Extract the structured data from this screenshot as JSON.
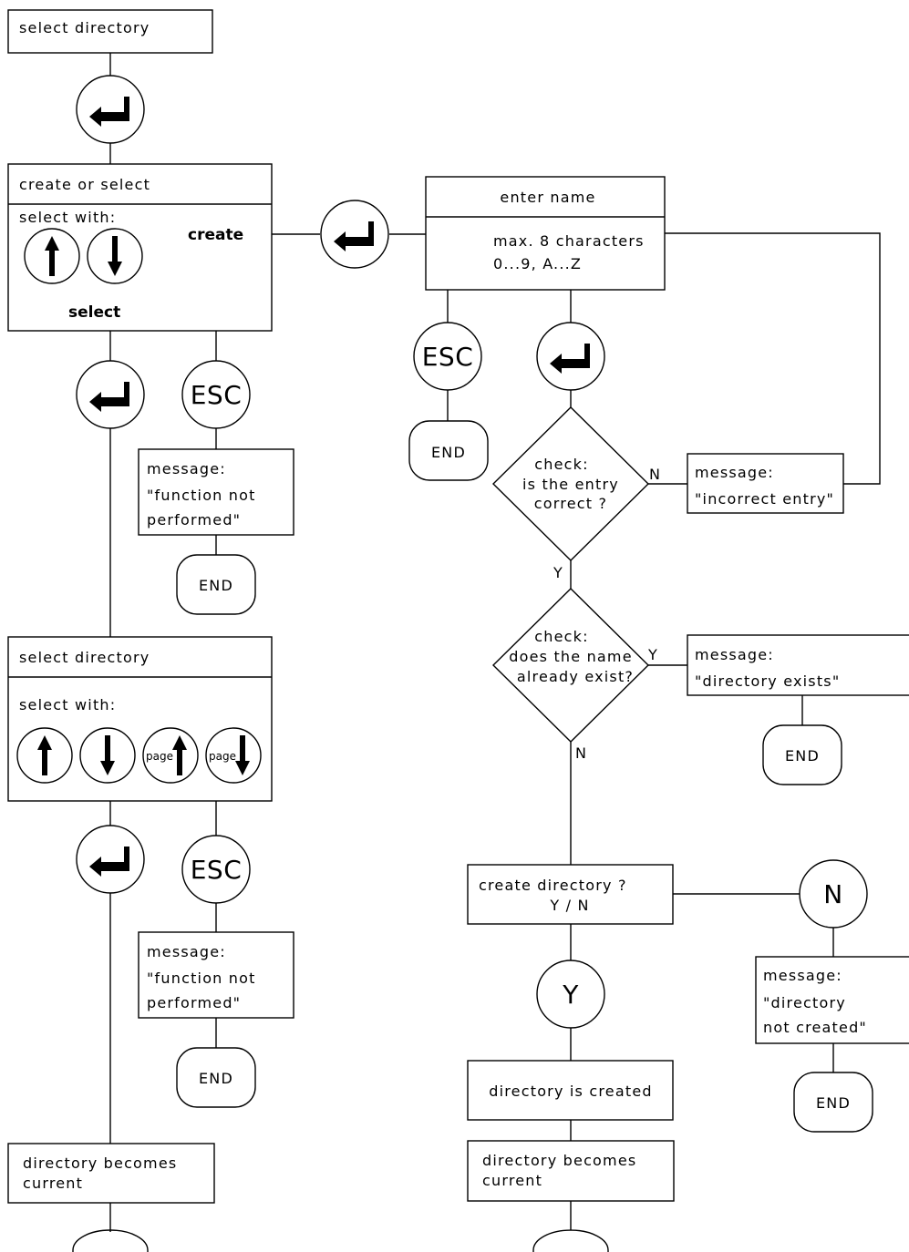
{
  "left": {
    "top_box": "select directory",
    "create_or_select": {
      "title": "create or select",
      "select_with": "select with:",
      "create_label": "create",
      "select_label": "select"
    },
    "esc1": "ESC",
    "message1": {
      "line1": "message:",
      "line2": "\"function not",
      "line3": "performed\""
    },
    "end1": "END",
    "select_dir": {
      "title": "select directory",
      "select_with": "select with:",
      "page1": "page",
      "page2": "page"
    },
    "esc2": "ESC",
    "message2": {
      "line1": "message:",
      "line2": "\"function not",
      "line3": "performed\""
    },
    "end2": "END",
    "becomes_current": {
      "line1": "directory becomes",
      "line2": "current"
    }
  },
  "right": {
    "enter_name": {
      "title": "enter name",
      "line1": "max. 8 characters",
      "line2": "0...9,  A...Z"
    },
    "esc": "ESC",
    "end_esc": "END",
    "check1": {
      "line1": "check:",
      "line2": "is the entry",
      "line3": "correct ?"
    },
    "check1_no": "N",
    "check1_yes": "Y",
    "msg_incorrect": {
      "line1": "message:",
      "line2": "\"incorrect entry\""
    },
    "check2": {
      "line1": "check:",
      "line2": "does the name",
      "line3": "already exist?"
    },
    "check2_yes": "Y",
    "check2_no": "N",
    "msg_exists": {
      "line1": "message:",
      "line2": "\"directory exists\""
    },
    "end_exists": "END",
    "create_q": {
      "line1": "create directory ?",
      "line2": "Y / N"
    },
    "n_circle": "N",
    "y_circle": "Y",
    "msg_not_created": {
      "line1": "message:",
      "line2": "\"directory",
      "line3": "not created\""
    },
    "end_not_created": "END",
    "is_created": "directory is created",
    "becomes_current": {
      "line1": "directory becomes",
      "line2": "current"
    }
  }
}
